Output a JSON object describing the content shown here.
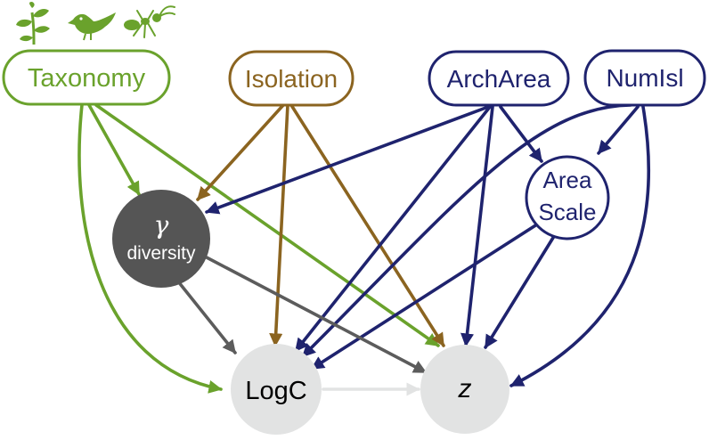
{
  "colors": {
    "taxonomy": "#6aa22c",
    "isolation": "#8b6420",
    "area": "#1f236e",
    "gamma_fill": "#555555",
    "gamma_edge": "#5c5c5c",
    "response_fill": "#e2e3e3",
    "response_edge": "#e2e3e3"
  },
  "icons": [
    "plant-icon",
    "bird-icon",
    "ant-icon"
  ],
  "nodes": {
    "taxonomy": {
      "label": "Taxonomy"
    },
    "isolation": {
      "label": "Isolation"
    },
    "archarea": {
      "label": "ArchArea"
    },
    "numisl": {
      "label": "NumIsl"
    },
    "area_scale": {
      "label_line1": "Area",
      "label_line2": "Scale"
    },
    "gamma": {
      "symbol": "γ",
      "label": "diversity"
    },
    "logc": {
      "label": "LogC"
    },
    "z": {
      "label": "z"
    }
  },
  "edges": [
    {
      "from": "taxonomy",
      "to": "gamma"
    },
    {
      "from": "taxonomy",
      "to": "logc"
    },
    {
      "from": "taxonomy",
      "to": "z"
    },
    {
      "from": "isolation",
      "to": "gamma"
    },
    {
      "from": "isolation",
      "to": "logc"
    },
    {
      "from": "isolation",
      "to": "z"
    },
    {
      "from": "archarea",
      "to": "gamma"
    },
    {
      "from": "archarea",
      "to": "area_scale"
    },
    {
      "from": "archarea",
      "to": "logc"
    },
    {
      "from": "archarea",
      "to": "z"
    },
    {
      "from": "numisl",
      "to": "area_scale"
    },
    {
      "from": "numisl",
      "to": "logc"
    },
    {
      "from": "numisl",
      "to": "z"
    },
    {
      "from": "area_scale",
      "to": "logc"
    },
    {
      "from": "area_scale",
      "to": "z"
    },
    {
      "from": "gamma",
      "to": "logc"
    },
    {
      "from": "gamma",
      "to": "z"
    },
    {
      "from": "logc",
      "to": "z"
    }
  ]
}
